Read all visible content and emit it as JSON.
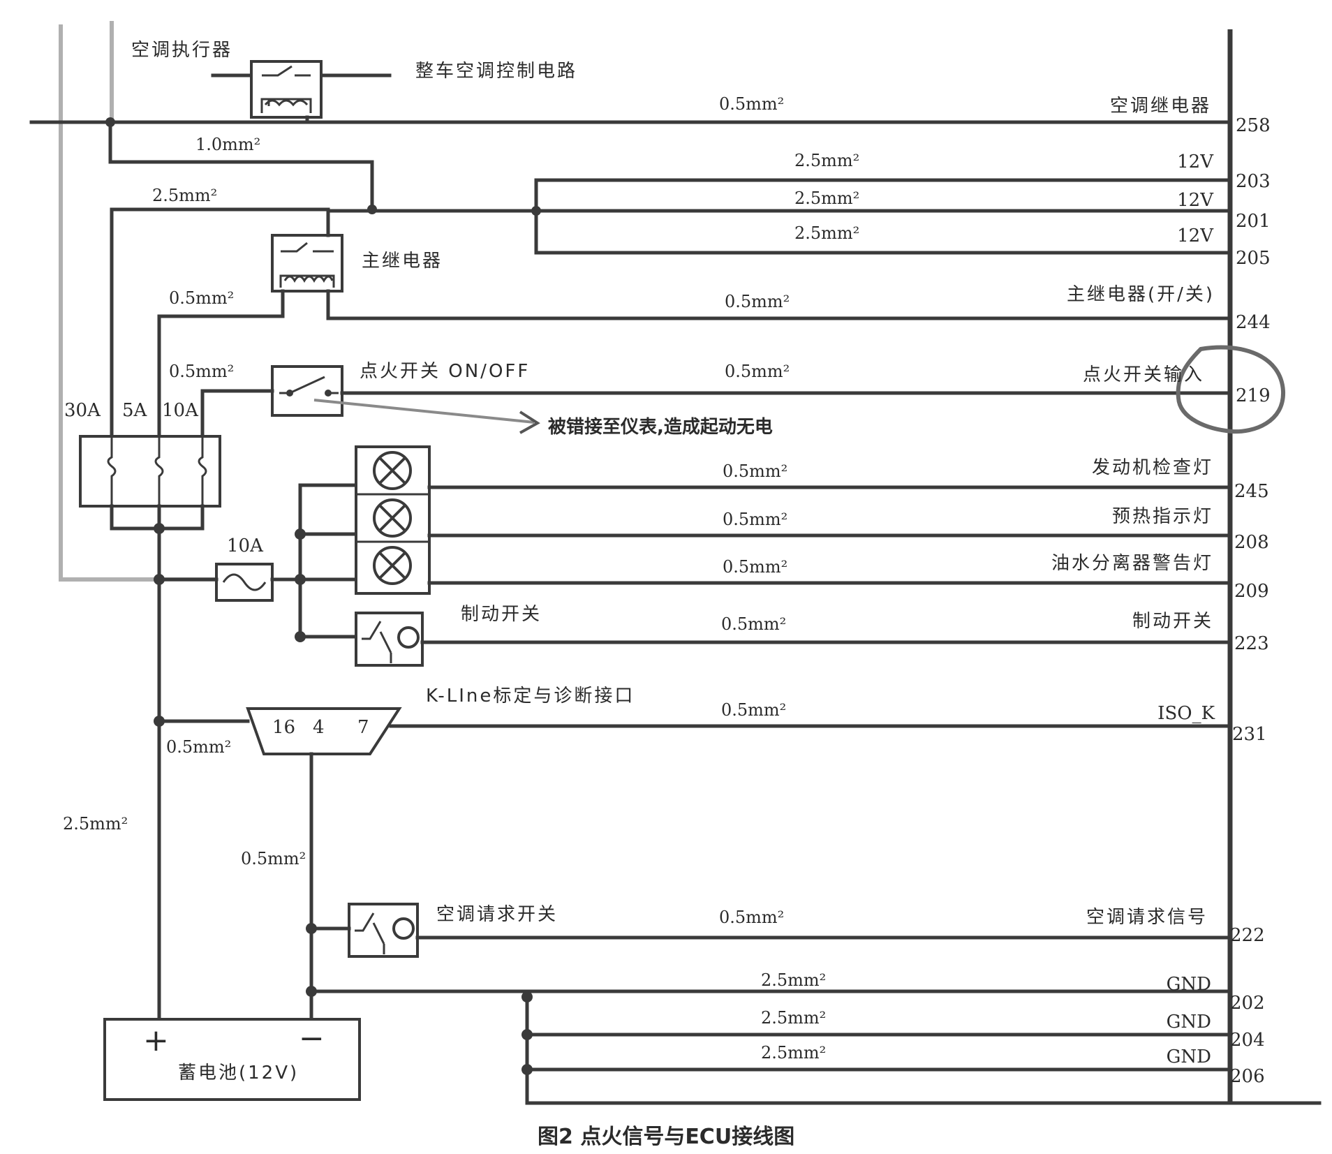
{
  "caption": "图2  点火信号与ECU接线图",
  "components": {
    "ac_actuator": "空调执行器",
    "vehicle_ac_circuit": "整车空调控制电路",
    "main_relay": "主继电器",
    "ignition_switch": "点火开关 ON/OFF",
    "fault_note": "被错接至仪表,造成起动无电",
    "brake_switch": "制动开关",
    "kline": "K-LIne标定与诊断接口",
    "ac_request_switch": "空调请求开关",
    "battery": "蓄电池(12V)",
    "battery_plus": "+",
    "battery_minus": "−",
    "kline_pins": [
      "16",
      "4",
      "7"
    ]
  },
  "fuses": {
    "f30": "30A",
    "f5": "5A",
    "f10": "10A",
    "f10b": "10A"
  },
  "left_gauges": {
    "g_1_0": "1.0mm²",
    "g_2_5_top": "2.5mm²",
    "g_0_5_relay": "0.5mm²",
    "g_0_5_ign": "0.5mm²",
    "g_0_5_kline": "0.5mm²",
    "g_2_5_batt": "2.5mm²",
    "g_0_5_ac": "0.5mm²"
  },
  "ecu_lines": [
    {
      "gauge": "0.5mm²",
      "signal": "空调继电器",
      "pin": "258"
    },
    {
      "gauge": "2.5mm²",
      "signal": "12V",
      "pin": "203"
    },
    {
      "gauge": "2.5mm²",
      "signal": "12V",
      "pin": "201"
    },
    {
      "gauge": "2.5mm²",
      "signal": "12V",
      "pin": "205"
    },
    {
      "gauge": "0.5mm²",
      "signal": "主继电器(开/关)",
      "pin": "244"
    },
    {
      "gauge": "0.5mm²",
      "signal": "点火开关输入",
      "pin": "219"
    },
    {
      "gauge": "0.5mm²",
      "signal": "发动机检查灯",
      "pin": "245"
    },
    {
      "gauge": "0.5mm²",
      "signal": "预热指示灯",
      "pin": "208"
    },
    {
      "gauge": "0.5mm²",
      "signal": "油水分离器警告灯",
      "pin": "209"
    },
    {
      "gauge": "0.5mm²",
      "signal": "制动开关",
      "pin": "223"
    },
    {
      "gauge": "0.5mm²",
      "signal": "ISO_K",
      "pin": "231"
    },
    {
      "gauge": "0.5mm²",
      "signal": "空调请求信号",
      "pin": "222"
    },
    {
      "gauge": "2.5mm²",
      "signal": "GND",
      "pin": "202"
    },
    {
      "gauge": "2.5mm²",
      "signal": "GND",
      "pin": "204"
    },
    {
      "gauge": "2.5mm²",
      "signal": "GND",
      "pin": "206"
    }
  ],
  "colors": {
    "wire": "#3a3a3a",
    "grey_wire": "#b0b0b0"
  },
  "icons": [
    "relay-icon",
    "switch-icon",
    "fuse-icon",
    "lamp-icon",
    "pedal-switch-icon",
    "connector-icon",
    "battery-icon",
    "arrow-icon",
    "highlight-circle-icon"
  ]
}
